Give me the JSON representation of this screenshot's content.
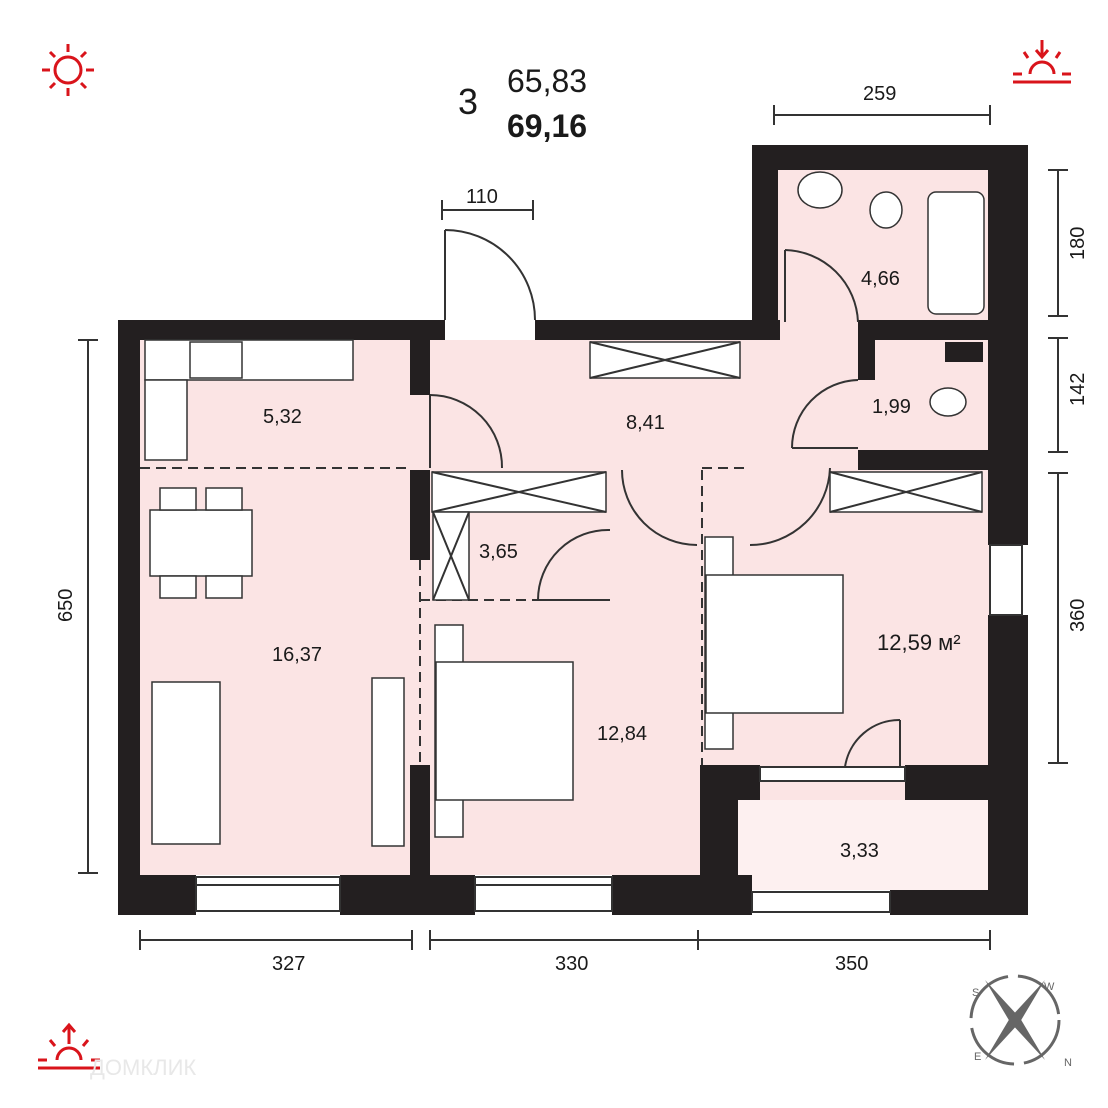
{
  "header": {
    "rooms_count": "3",
    "living_area": "65,83",
    "total_area": "69,16"
  },
  "rooms": [
    {
      "id": "kitchen",
      "area": "5,32"
    },
    {
      "id": "hall",
      "area": "8,41"
    },
    {
      "id": "bathroom",
      "area": "4,66"
    },
    {
      "id": "wc",
      "area": "1,99"
    },
    {
      "id": "closet",
      "area": "3,65"
    },
    {
      "id": "living",
      "area": "16,37"
    },
    {
      "id": "bedroom-1",
      "area": "12,84"
    },
    {
      "id": "bedroom-2",
      "area": "12,59 м²"
    },
    {
      "id": "balcony",
      "area": "3,33"
    }
  ],
  "dimensions": {
    "top_bath": "259",
    "door": "110",
    "left": "650",
    "right_top": "180",
    "right_mid": "142",
    "right_bottom": "360",
    "bottom_1": "327",
    "bottom_2": "330",
    "bottom_3": "350"
  },
  "compass": {
    "letters": [
      "S",
      "W",
      "E",
      "N"
    ]
  },
  "icons": [
    "sun-icon",
    "sunset-icon",
    "sunrise-icon",
    "compass-icon"
  ],
  "watermark": "ДОМКЛИК",
  "colors": {
    "room_fill": "#fbe4e4",
    "wall": "#231f20",
    "sun": "#d9141b"
  }
}
